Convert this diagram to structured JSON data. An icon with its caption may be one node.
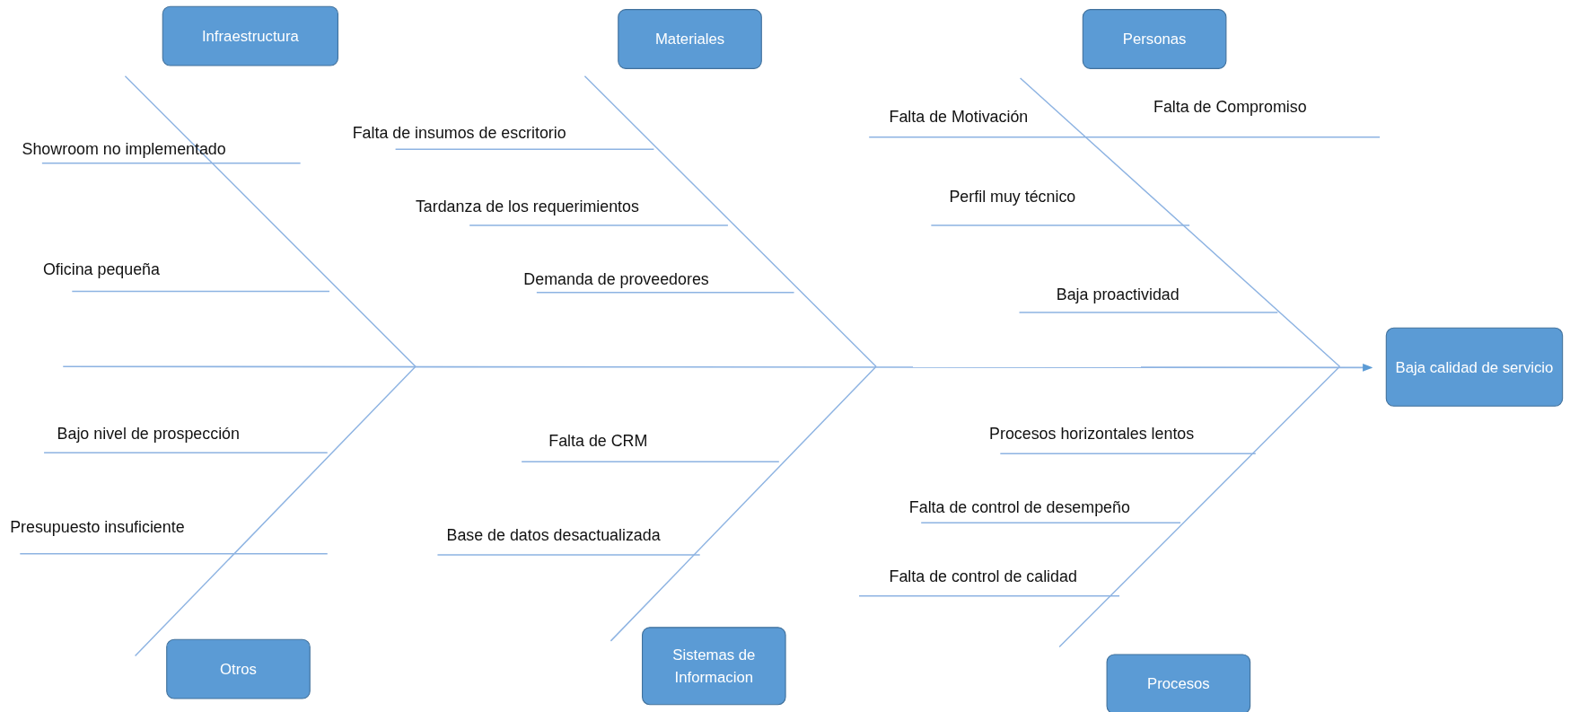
{
  "diagram": {
    "nodes": [
      {
        "text": [
          "Infraestructura"
        ]
      },
      {
        "text": [
          "Materiales"
        ]
      },
      {
        "text": [
          "Personas"
        ]
      },
      {
        "text": [
          "Otros"
        ]
      },
      {
        "text": [
          "Sistemas de Informacion"
        ]
      },
      {
        "text": [
          "Procesos"
        ]
      },
      {
        "text": [
          "Baja calidad de servicio"
        ]
      }
    ],
    "edges": [
      {
        "from": null,
        "to": 6,
        "arrow": "to"
      }
    ],
    "labels": [
      "Showroom no implementado",
      "Falta de insumos de escritorio",
      "Falta de Motivación",
      "Falta de Compromiso",
      "Perfil muy técnico",
      "Tardanza de los requerimientos",
      "Oficina pequeña",
      "Demanda de proveedores",
      "Baja proactividad",
      "Bajo nivel de prospección",
      "Falta de CRM",
      "Procesos horizontales lentos",
      "Falta de control de desempeño",
      "Presupuesto insuficiente",
      "Base de datos desactualizada",
      "Falta de control de calidad"
    ]
  }
}
